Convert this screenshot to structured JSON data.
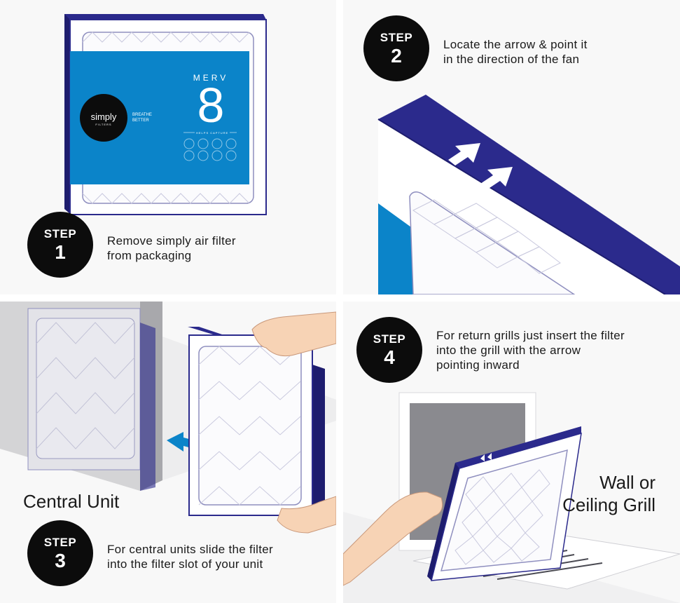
{
  "steps": [
    {
      "word": "STEP",
      "number": "1",
      "lines": [
        "Remove simply air filter",
        "from packaging"
      ]
    },
    {
      "word": "STEP",
      "number": "2",
      "lines": [
        "Locate the arrow & point it",
        "in the direction of the fan"
      ]
    },
    {
      "word": "STEP",
      "number": "3",
      "lines": [
        "For central units slide the filter",
        "into the filter slot of your unit"
      ]
    },
    {
      "word": "STEP",
      "number": "4",
      "lines": [
        "For return grills just insert the filter",
        "into the grill with the arrow",
        "pointing inward"
      ]
    }
  ],
  "product": {
    "brand": "simply",
    "brand_sub": "FILTERS",
    "tagline": [
      "BREATHE",
      "BETTER"
    ],
    "rating_label": "MERV",
    "rating_value": "8",
    "helps_capture": "HELPS CAPTURE"
  },
  "labels": {
    "central_unit": "Central Unit",
    "wall_grill": [
      "Wall or",
      "Ceiling Grill"
    ]
  },
  "colors": {
    "navy": "#2b2a8c",
    "blue": "#0b84c9",
    "badge": "#0c0c0c",
    "panel": "#f8f8f8"
  },
  "icons": [
    "arrow-up-right-icon",
    "slide-left-arrow-icon",
    "hand-icon"
  ]
}
